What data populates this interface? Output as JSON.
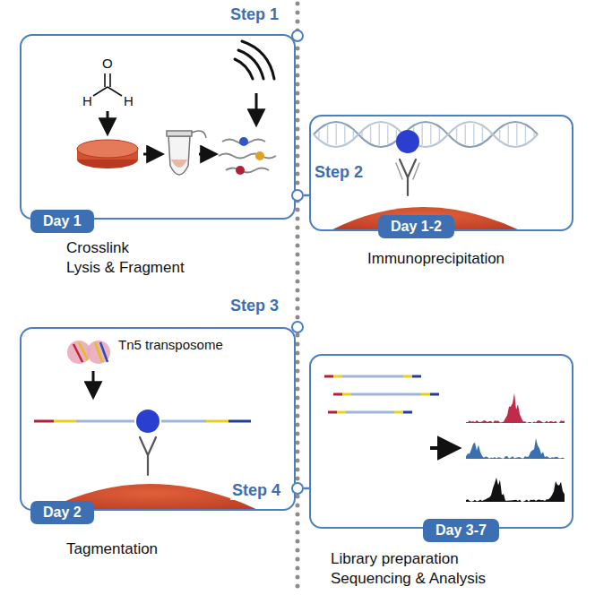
{
  "diagram": {
    "nodes": [
      {
        "text": [
          "Crosslink",
          "Lysis & Fragment"
        ]
      },
      {
        "text": [
          "Day 1"
        ],
        "in": 0
      },
      {
        "text": [
          "Step 1"
        ]
      },
      {
        "text": [
          "Step 2"
        ]
      },
      {
        "text": [
          "Immunoprecipitation"
        ]
      },
      {
        "text": [
          "Day 1-2"
        ],
        "in": 4
      },
      {
        "text": [
          "Step 3"
        ]
      },
      {
        "text": [
          "Tagmentation"
        ]
      },
      {
        "text": [
          "Day 2"
        ],
        "in": 7
      },
      {
        "text": [
          "Step 4"
        ]
      },
      {
        "text": [
          "Library preparation",
          "Sequencing & Analysis"
        ]
      },
      {
        "text": [
          "Day 3-7"
        ],
        "in": 10
      }
    ],
    "edges": [
      {
        "from": 0,
        "to": 2,
        "arrow": "none"
      },
      {
        "from": 4,
        "to": 3,
        "arrow": "none"
      },
      {
        "from": 7,
        "to": 6,
        "arrow": "none"
      },
      {
        "from": 10,
        "to": 9,
        "arrow": "none"
      }
    ],
    "labels": [
      "O",
      "H",
      "H",
      "Tn5 transposome"
    ]
  }
}
